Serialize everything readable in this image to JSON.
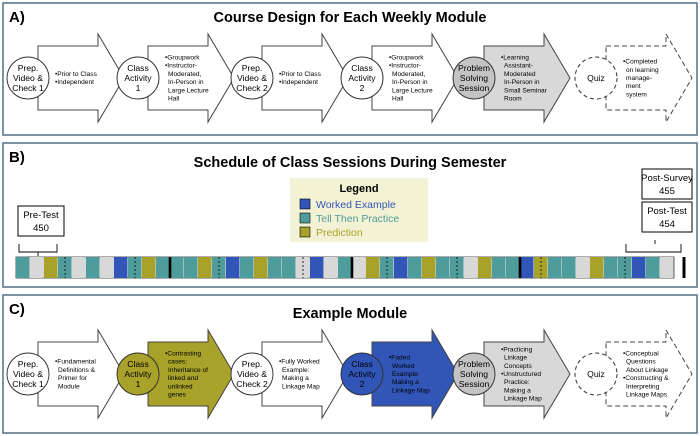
{
  "panelA": {
    "label": "A)",
    "title": "Course Design for Each Weekly Module",
    "steps": [
      {
        "circle": [
          "Prep.",
          "Video &",
          "Check 1"
        ],
        "bullets": [
          [
            "Prior to Class"
          ],
          [
            "Independent"
          ]
        ]
      },
      {
        "circle": [
          "Class",
          "Activity",
          "1"
        ],
        "bullets": [
          [
            "Groupwork"
          ],
          [
            "Instructor-",
            "Moderated,",
            "In-Person in",
            "Large Lecture",
            "Hall"
          ]
        ]
      },
      {
        "circle": [
          "Prep.",
          "Video &",
          "Check 2"
        ],
        "bullets": [
          [
            "Prior to Class"
          ],
          [
            "Independent"
          ]
        ]
      },
      {
        "circle": [
          "Class",
          "Activity",
          "2"
        ],
        "bullets": [
          [
            "Groupwork"
          ],
          [
            "Instructor-",
            "Moderated,",
            "In-Person in",
            "Large Lecture",
            "Hall"
          ]
        ]
      },
      {
        "circle": [
          "Problem",
          "Solving",
          "Session"
        ],
        "bullets": [
          [
            "Learning",
            "Assistant-",
            "Moderated",
            "In-Person in",
            "Small Seminar",
            "Room"
          ]
        ]
      },
      {
        "circle": [
          "Quiz"
        ],
        "bullets": [
          [
            "Completed",
            "on learning",
            "manage-",
            "ment",
            "system"
          ]
        ]
      }
    ]
  },
  "panelB": {
    "label": "B)",
    "title": "Schedule of Class Sessions During Semester",
    "legend": {
      "title": "Legend",
      "items": [
        {
          "label": "Worked Example",
          "color": "#3156b8"
        },
        {
          "label": "Tell Then Practice",
          "color": "#4e9c9c"
        },
        {
          "label": "Prediction",
          "color": "#a8a12a"
        }
      ]
    },
    "pretest": [
      "Pre-Test",
      "450"
    ],
    "postsurvey": [
      "Post-Survey",
      "455"
    ],
    "posttest": [
      "Post-Test",
      "454"
    ],
    "sessions": [
      "g",
      "n",
      "y",
      "t",
      "n",
      "t",
      "n",
      "w",
      "g",
      "y",
      "t",
      "g",
      "t",
      "y",
      "t",
      "w",
      "g",
      "y",
      "t",
      "g",
      "n",
      "w",
      "n",
      "t",
      "n",
      "y",
      "t",
      "w",
      "g",
      "y",
      "t",
      "g",
      "n",
      "y",
      "t",
      "g",
      "w",
      "y",
      "g",
      "t",
      "n",
      "y",
      "t",
      "g",
      "w",
      "t",
      "n"
    ],
    "colors": {
      "w": "#3156b8",
      "t": "#4e9c9c",
      "y": "#a8a12a",
      "n": "#d8d8d8",
      "g": "#4e9c9c"
    }
  },
  "panelC": {
    "label": "C)",
    "title": "Example Module",
    "steps": [
      {
        "circle": [
          "Prep.",
          "Video &",
          "Check 1"
        ],
        "bullets": [
          [
            "Fundamental",
            "Definitions &",
            "Primer for",
            "Module"
          ]
        ]
      },
      {
        "circle": [
          "Class",
          "Activity",
          "1"
        ],
        "bullets": [
          [
            "Contrasting",
            "cases:",
            "Inheritance of",
            "linked and",
            "unlinked",
            "genes"
          ]
        ]
      },
      {
        "circle": [
          "Prep.",
          "Video &",
          "Check 2"
        ],
        "bullets": [
          [
            "Fully Worked",
            "Example:",
            "Making a",
            "Linkage Map"
          ]
        ]
      },
      {
        "circle": [
          "Class",
          "Activity",
          "2"
        ],
        "bullets": [
          [
            "Faded",
            "Worked",
            "Example:",
            "Making a",
            "Linkage Map"
          ]
        ]
      },
      {
        "circle": [
          "Problem",
          "Solving",
          "Session"
        ],
        "bullets": [
          [
            "Practicing",
            "Linkage",
            "Concepts"
          ],
          [
            "Unstructured",
            "Practice:",
            "Making a",
            "Linkage Map"
          ]
        ]
      },
      {
        "circle": [
          "Quiz"
        ],
        "bullets": [
          [
            "Conceptual",
            "Questions",
            "About Linkage"
          ],
          [
            "Constructing &",
            "Interpreting",
            "Linkage Maps"
          ]
        ]
      }
    ]
  }
}
